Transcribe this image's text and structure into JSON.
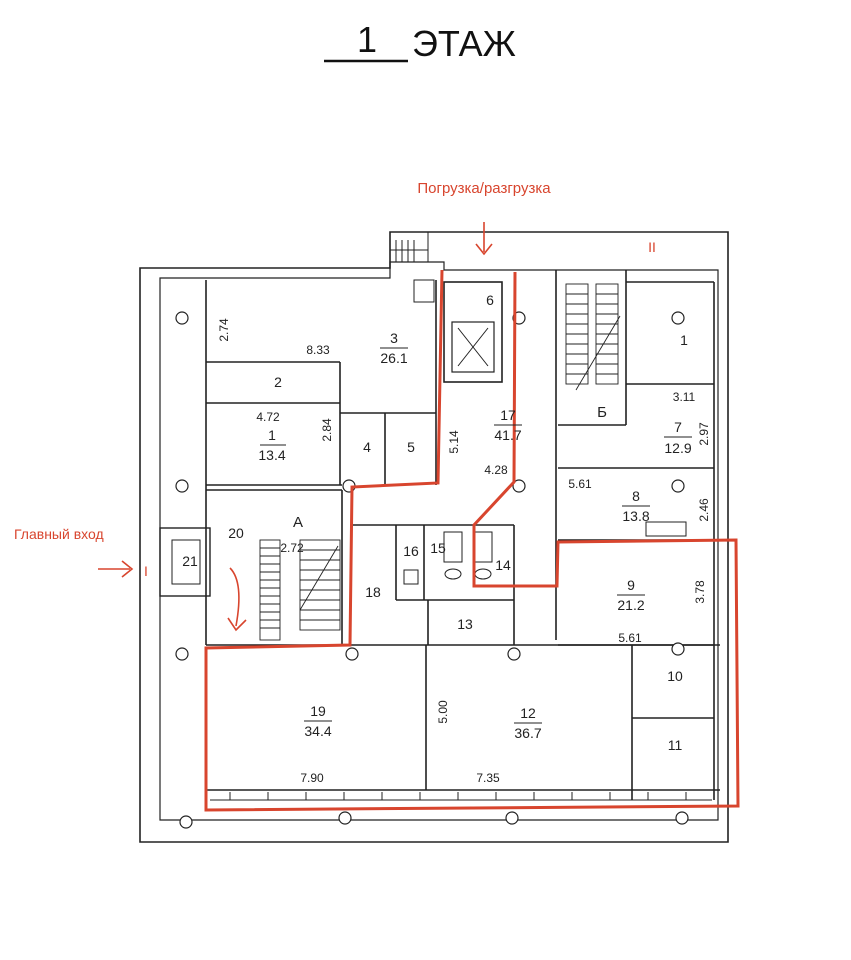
{
  "title": {
    "number": "1",
    "word": "ЭТАЖ"
  },
  "annotations": {
    "loading": "Погрузка/разгрузка",
    "main_entrance": "Главный вход",
    "section_mark_1": "I",
    "section_mark_2": "II",
    "stair_a": "А",
    "stair_b": "Б"
  },
  "rooms": [
    {
      "id": "1",
      "number": "1",
      "area": ""
    },
    {
      "id": "1b",
      "number": "1",
      "area": "13.4"
    },
    {
      "id": "2",
      "number": "2",
      "area": ""
    },
    {
      "id": "3",
      "number": "3",
      "area": "26.1"
    },
    {
      "id": "4",
      "number": "4",
      "area": ""
    },
    {
      "id": "5",
      "number": "5",
      "area": ""
    },
    {
      "id": "6",
      "number": "6",
      "area": ""
    },
    {
      "id": "7",
      "number": "7",
      "area": "12.9"
    },
    {
      "id": "8",
      "number": "8",
      "area": "13.8"
    },
    {
      "id": "9",
      "number": "9",
      "area": "21.2"
    },
    {
      "id": "10",
      "number": "10",
      "area": ""
    },
    {
      "id": "11",
      "number": "11",
      "area": ""
    },
    {
      "id": "12",
      "number": "12",
      "area": "36.7"
    },
    {
      "id": "13",
      "number": "13",
      "area": ""
    },
    {
      "id": "14",
      "number": "14",
      "area": ""
    },
    {
      "id": "15",
      "number": "15",
      "area": ""
    },
    {
      "id": "16",
      "number": "16",
      "area": ""
    },
    {
      "id": "17",
      "number": "17",
      "area": "41.7"
    },
    {
      "id": "18",
      "number": "18",
      "area": ""
    },
    {
      "id": "19",
      "number": "19",
      "area": "34.4"
    },
    {
      "id": "20",
      "number": "20",
      "area": ""
    },
    {
      "id": "21",
      "number": "21",
      "area": ""
    }
  ],
  "dimensions": {
    "d_2_74": "2.74",
    "d_8_33": "8.33",
    "d_4_72": "4.72",
    "d_2_84": "2.84",
    "d_5_14": "5.14",
    "d_4_28": "4.28",
    "d_2_72": "2.72",
    "d_3_11": "3.11",
    "d_2_97": "2.97",
    "d_5_61a": "5.61",
    "d_2_46": "2.46",
    "d_3_78": "3.78",
    "d_5_61b": "5.61",
    "d_5_00": "5.00",
    "d_7_90": "7.90",
    "d_7_35": "7.35"
  },
  "colors": {
    "highlight": "#d8452e",
    "lines": "#222222"
  }
}
